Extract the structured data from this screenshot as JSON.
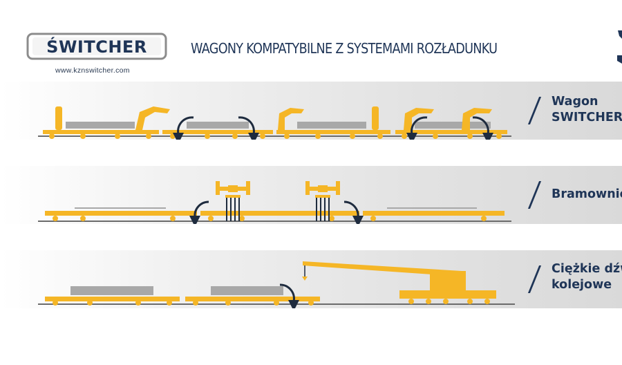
{
  "header": {
    "logo_text": "ŚWITCHER",
    "url": "www.kznswitcher.com",
    "title": "WAGONY KOMPATYBILNE Z SYSTEMAMI ROZŁADUNKU"
  },
  "rows": [
    {
      "label_line1": "Wagon",
      "label_line2": "SWITCHER"
    },
    {
      "label_line1": "Bramownic",
      "label_line2": ""
    },
    {
      "label_line1": "Ciężkie dźw",
      "label_line2": "kolejowe"
    }
  ],
  "colors": {
    "wagon_yellow": "#f5b626",
    "navy": "#1f3557",
    "arrow": "#1e2b3e",
    "rail_bundle": "#a8a8a8",
    "track": "#6b6b6b"
  }
}
